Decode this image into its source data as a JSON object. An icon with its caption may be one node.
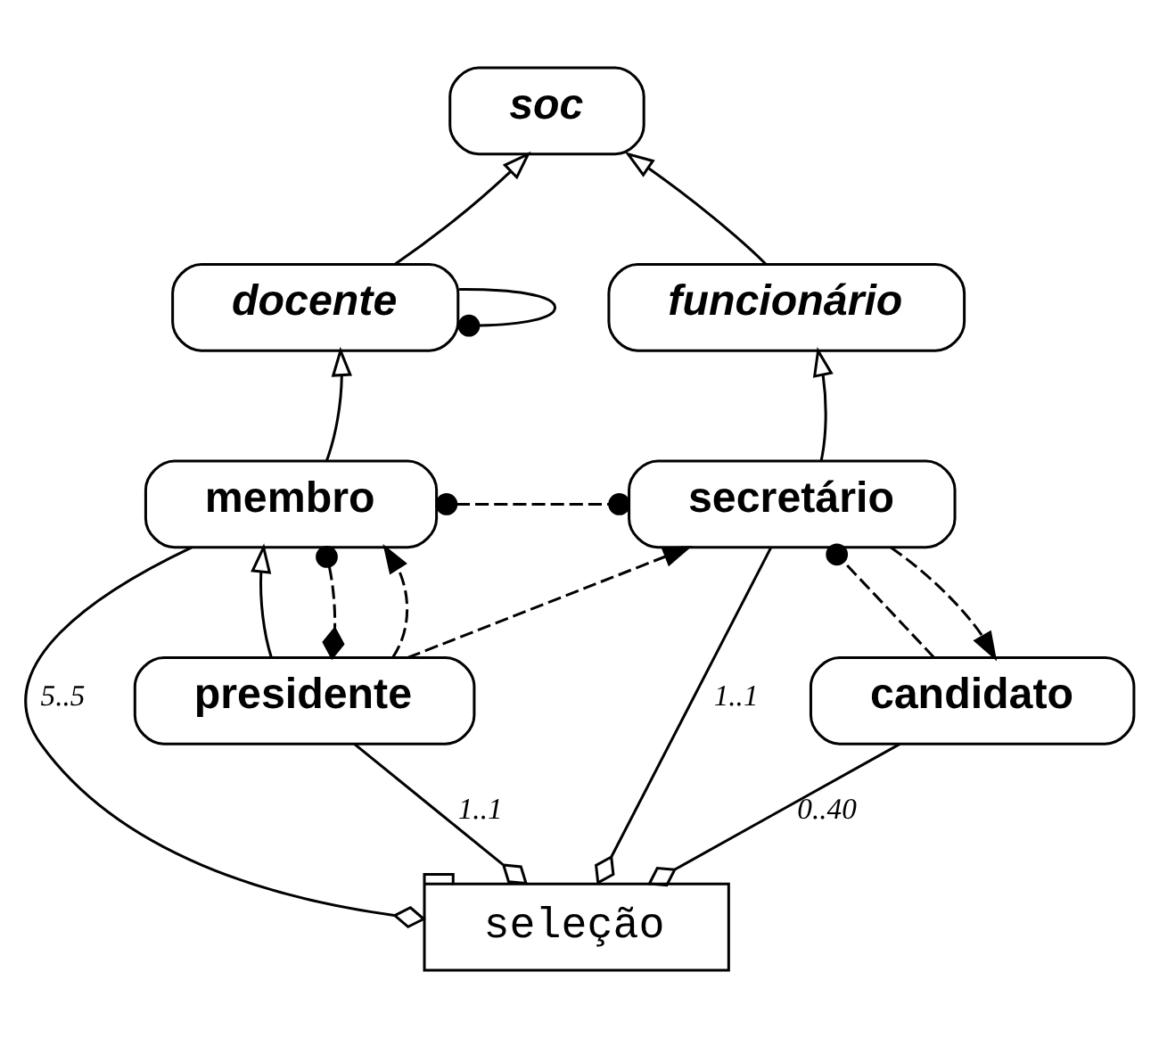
{
  "diagram": {
    "nodes": [
      {
        "text": [
          "soc"
        ]
      },
      {
        "text": [
          "docente"
        ]
      },
      {
        "text": [
          "funcionário"
        ]
      },
      {
        "text": [
          "membro"
        ]
      },
      {
        "text": [
          "secretário"
        ]
      },
      {
        "text": [
          "presidente"
        ]
      },
      {
        "text": [
          "candidato"
        ]
      },
      {
        "text": [
          "seleção"
        ]
      }
    ],
    "edges": [
      {
        "from": 1,
        "to": 0,
        "arrow": "to"
      },
      {
        "from": 2,
        "to": 0,
        "arrow": "to"
      },
      {
        "from": 1,
        "to": 1,
        "arrow": "other"
      },
      {
        "from": 3,
        "to": 1,
        "arrow": "to"
      },
      {
        "from": 4,
        "to": 2,
        "arrow": "to"
      },
      {
        "from": 5,
        "to": 3,
        "arrow": "to"
      },
      {
        "from": 3,
        "to": 4,
        "arrow": "other",
        "style": "dashed"
      },
      {
        "from": 3,
        "to": 5,
        "arrow": "other",
        "style": "dashed"
      },
      {
        "from": 5,
        "to": 3,
        "arrow": "to",
        "style": "dashed"
      },
      {
        "from": 5,
        "to": 4,
        "arrow": "to",
        "style": "dashed"
      },
      {
        "from": 6,
        "to": 4,
        "arrow": "other",
        "style": "dashed"
      },
      {
        "from": 4,
        "to": 6,
        "arrow": "to",
        "style": "dashed"
      },
      {
        "from": 3,
        "to": 7,
        "arrow": "other",
        "label": "5..5"
      },
      {
        "from": 5,
        "to": 7,
        "arrow": "other",
        "label": "1..1"
      },
      {
        "from": 4,
        "to": 7,
        "arrow": "other",
        "label": "1..1"
      },
      {
        "from": 6,
        "to": 7,
        "arrow": "other",
        "label": "0..40"
      }
    ]
  }
}
